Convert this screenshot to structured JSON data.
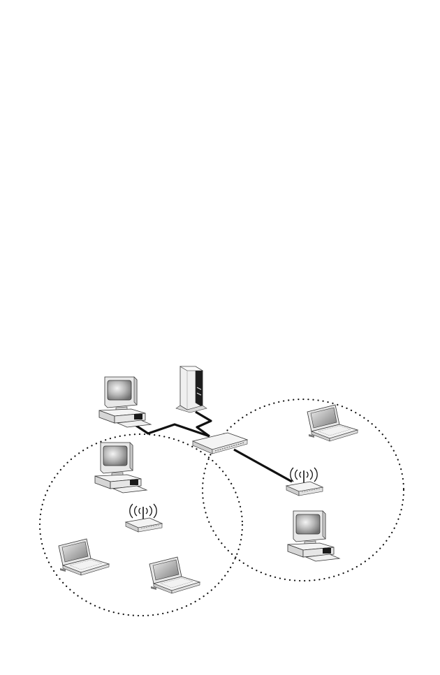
{
  "diagram": {
    "description_free": true,
    "coverage_zones": [
      {
        "id": "zone-left",
        "style": "dotted"
      },
      {
        "id": "zone-right",
        "style": "dotted"
      }
    ],
    "devices": [
      {
        "id": "desktop-top",
        "icon": "desktop-computer-icon"
      },
      {
        "id": "server",
        "icon": "server-tower-icon"
      },
      {
        "id": "switch",
        "icon": "network-switch-icon"
      },
      {
        "id": "desktop-left",
        "icon": "desktop-computer-icon"
      },
      {
        "id": "access-point-left",
        "icon": "wireless-access-point-icon"
      },
      {
        "id": "laptop-left-1",
        "icon": "laptop-icon"
      },
      {
        "id": "laptop-left-2",
        "icon": "laptop-icon"
      },
      {
        "id": "laptop-right",
        "icon": "laptop-icon"
      },
      {
        "id": "access-point-right",
        "icon": "wireless-access-point-icon"
      },
      {
        "id": "desktop-right",
        "icon": "desktop-computer-icon"
      }
    ],
    "links": [
      {
        "from": "desktop-top",
        "to": "switch",
        "style": "wired"
      },
      {
        "from": "server",
        "to": "switch",
        "style": "wired"
      },
      {
        "from": "switch",
        "to": "access-point-right",
        "style": "wired"
      }
    ],
    "colors": {
      "line": "#111111",
      "device_fill": "#f2f2f2",
      "device_shade": "#bdbdbd",
      "screen": "#8a8a8a",
      "dark": "#1a1a1a"
    }
  }
}
